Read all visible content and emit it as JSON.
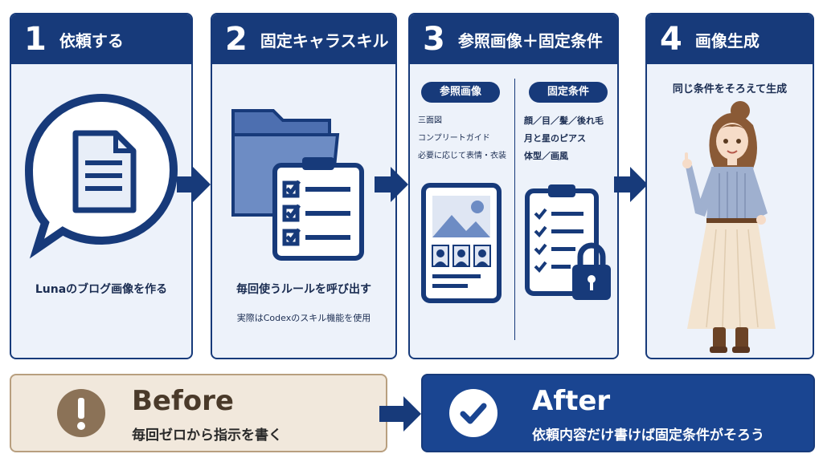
{
  "steps": [
    {
      "num": "1",
      "title": "依頼する",
      "caption": "Lunaのブログ画像を作る"
    },
    {
      "num": "2",
      "title": "固定キャラスキル",
      "caption": "毎回使うルールを呼び出す",
      "note": "実際はCodexのスキル機能を使用"
    },
    {
      "num": "3",
      "title": "参照画像＋固定条件",
      "ref_label": "参照画像",
      "ref_items": [
        "三面図",
        "コンプリートガイド",
        "必要に応じて表情・衣装"
      ],
      "cond_label": "固定条件",
      "cond_items": [
        "顔／目／髪／後れ毛",
        "月と星のピアス",
        "体型／画風"
      ]
    },
    {
      "num": "4",
      "title": "画像生成",
      "caption": "同じ条件をそろえて生成"
    }
  ],
  "before": {
    "title": "Before",
    "subtitle": "毎回ゼロから指示を書く"
  },
  "after": {
    "title": "After",
    "subtitle": "依頼内容だけ書けば固定条件がそろう"
  },
  "colors": {
    "navy": "#173a7a",
    "panel": "#edf2fa",
    "before_bg": "#f1e8dc",
    "before_icon": "#8b7257",
    "after_bg": "#1a4591"
  }
}
